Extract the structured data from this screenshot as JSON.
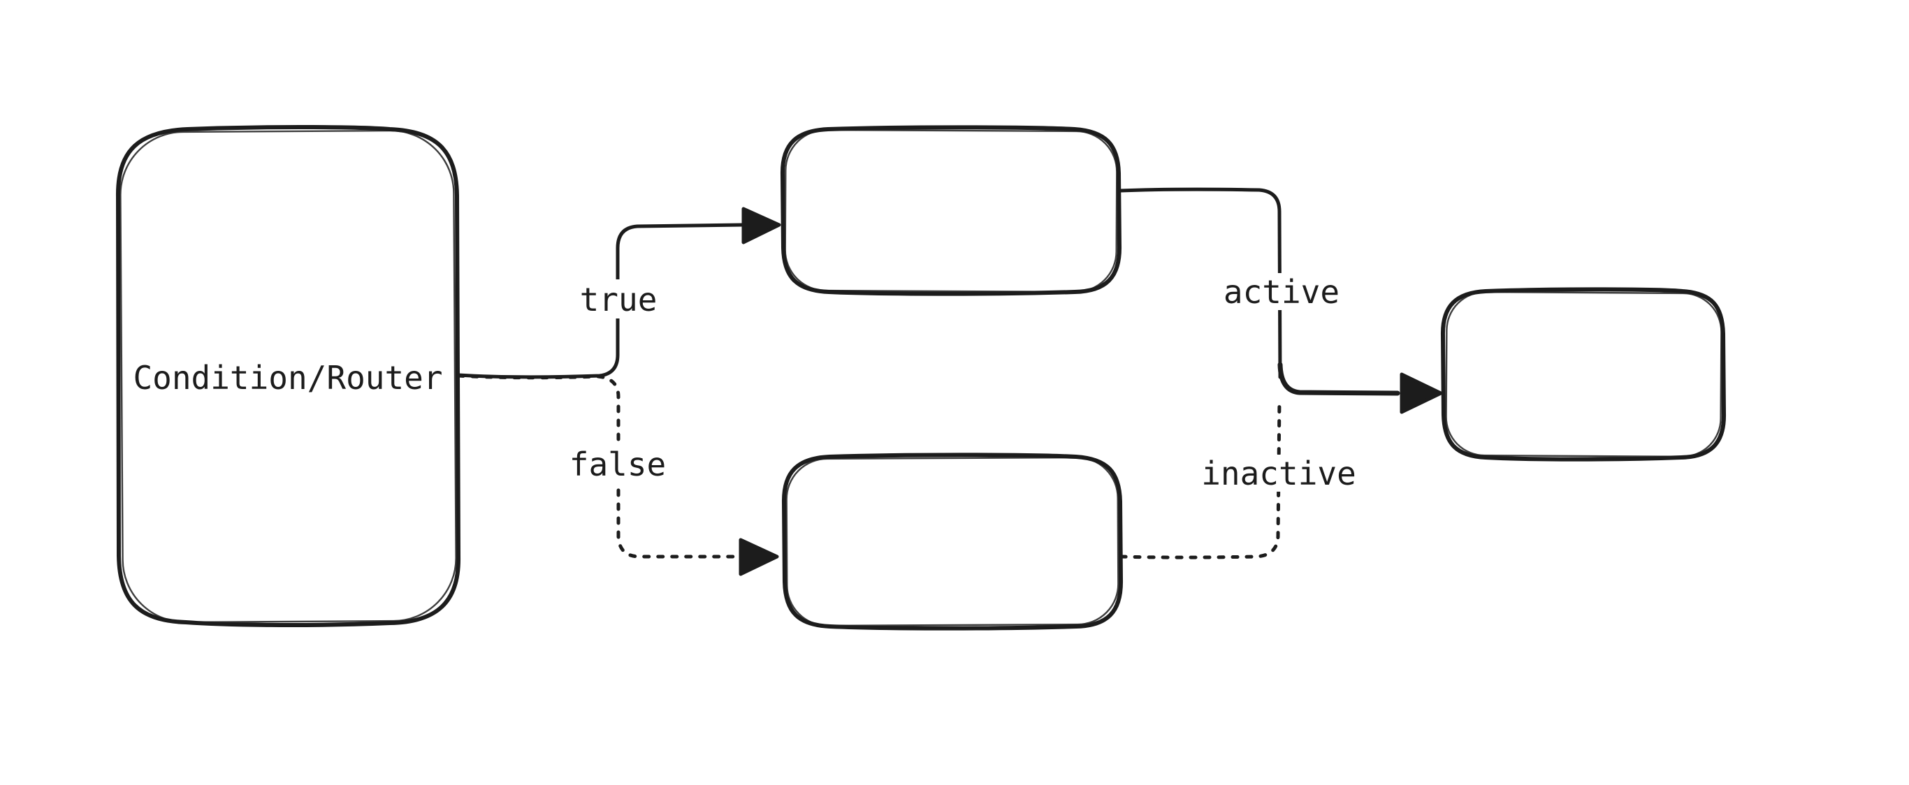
{
  "diagram": {
    "type": "flowchart",
    "style": "hand-drawn",
    "colors": {
      "stroke": "#1c1c1c",
      "background": "#ffffff"
    },
    "nodes": [
      {
        "id": "condition-router",
        "label": "Condition/Router",
        "shape": "rounded-rectangle"
      },
      {
        "id": "true-branch",
        "label": "",
        "shape": "rounded-rectangle"
      },
      {
        "id": "false-branch",
        "label": "",
        "shape": "rounded-rectangle"
      },
      {
        "id": "output",
        "label": "",
        "shape": "rounded-rectangle"
      }
    ],
    "edges": [
      {
        "from": "condition-router",
        "to": "true-branch",
        "label": "true",
        "line_style": "solid",
        "arrowhead": "triangle"
      },
      {
        "from": "condition-router",
        "to": "false-branch",
        "label": "false",
        "line_style": "dotted",
        "arrowhead": "triangle"
      },
      {
        "from": "true-branch",
        "to": "output",
        "label": "active",
        "line_style": "solid",
        "arrowhead": "triangle"
      },
      {
        "from": "false-branch",
        "to": "output",
        "label": "inactive",
        "line_style": "dotted",
        "arrowhead": "none"
      }
    ]
  }
}
